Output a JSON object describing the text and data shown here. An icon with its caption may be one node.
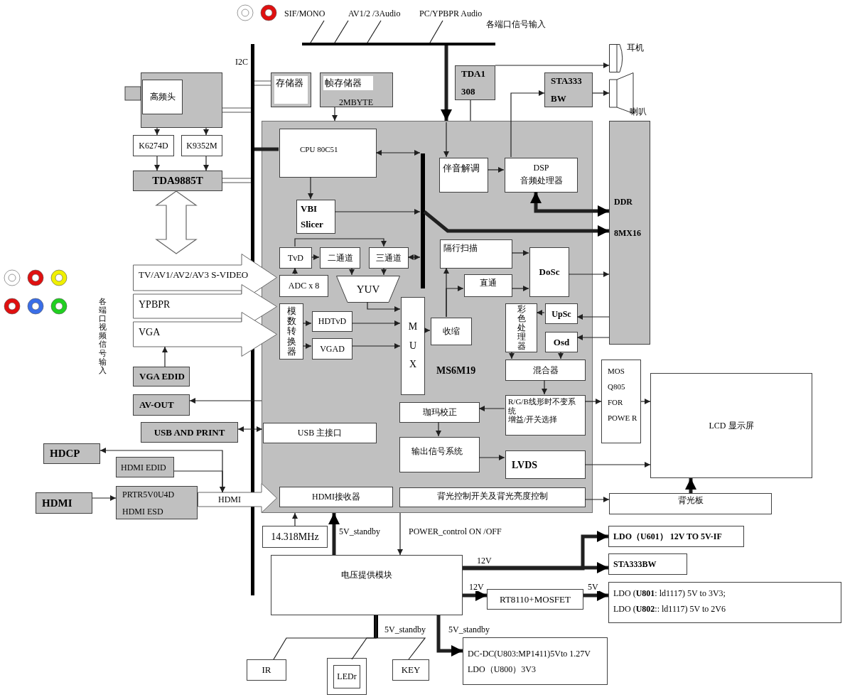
{
  "diagram": {
    "nodes": [
      {
        "text": [],
        "shape": "box"
      },
      {
        "text": [
          "高频头"
        ],
        "in": 0
      },
      {
        "text": [
          "K6274D"
        ]
      },
      {
        "text": [
          "K9352M"
        ]
      },
      {
        "text": [
          "TDA9885T"
        ]
      },
      {
        "text": [],
        "shape": "bar",
        "beside": [
          "I2C"
        ]
      },
      {
        "text": [
          "存储器"
        ]
      },
      {
        "text": [
          "帧存储器",
          "2MBYTE"
        ]
      },
      {
        "text": [],
        "shape": "bar"
      },
      {
        "text": [
          "SIF/MONO"
        ]
      },
      {
        "text": [
          "AV1/2 /3Audio"
        ]
      },
      {
        "text": [
          "PC/YPBPR Audio"
        ]
      },
      {
        "text": [
          "TDA1 308"
        ]
      },
      {
        "text": [
          "STA333 BW"
        ]
      },
      {
        "text": [],
        "shape": "headphone",
        "beside": [
          "耳机"
        ]
      },
      {
        "text": [],
        "shape": "speaker",
        "beside": [
          "喇叭"
        ]
      },
      {
        "text": [
          "MS6M19"
        ]
      },
      {
        "text": [
          "CPU 80C51"
        ],
        "in": 16
      },
      {
        "text": [],
        "shape": "bar",
        "in": 16
      },
      {
        "text": [
          "伴音解调"
        ],
        "in": 16
      },
      {
        "text": [
          "DSP",
          "音频处理器"
        ],
        "in": 16
      },
      {
        "text": [
          "VBI Slicer"
        ],
        "in": 16
      },
      {
        "text": [
          "TvD"
        ],
        "in": 16
      },
      {
        "text": [
          "二通道"
        ],
        "in": 16
      },
      {
        "text": [
          "三通道"
        ],
        "in": 16
      },
      {
        "text": [
          "ADC x 8"
        ],
        "in": 16
      },
      {
        "text": [
          "YUV"
        ],
        "in": 16
      },
      {
        "text": [
          "模数转换器"
        ],
        "in": 16
      },
      {
        "text": [
          "HDTvD"
        ],
        "in": 16
      },
      {
        "text": [
          "VGAD"
        ],
        "in": 16
      },
      {
        "text": [
          "M U X"
        ],
        "in": 16
      },
      {
        "text": [
          "收缩"
        ],
        "in": 16
      },
      {
        "text": [
          "隔行扫描"
        ],
        "in": 16
      },
      {
        "text": [
          "直通"
        ],
        "in": 16
      },
      {
        "text": [
          "DoSc"
        ],
        "in": 16
      },
      {
        "text": [
          "彩色处理器"
        ],
        "in": 16
      },
      {
        "text": [
          "UpSc"
        ],
        "in": 16
      },
      {
        "text": [
          "Osd"
        ],
        "in": 16
      },
      {
        "text": [
          "混合器"
        ],
        "in": 16
      },
      {
        "text": [
          "R/G/B线形时不变系统",
          "增益/开关选择"
        ],
        "in": 16
      },
      {
        "text": [
          "珈玛校正"
        ],
        "in": 16
      },
      {
        "text": [
          "输出信号系统"
        ],
        "in": 16
      },
      {
        "text": [
          "LVDS"
        ],
        "in": 16
      },
      {
        "text": [
          "USB 主接口"
        ],
        "in": 16
      },
      {
        "text": [
          "HDMI接收器"
        ],
        "in": 16
      },
      {
        "text": [
          "背光控制开关及背光亮度控制"
        ],
        "in": 16
      },
      {
        "text": [
          "DDR",
          "8MX16"
        ]
      },
      {
        "text": [
          "MOS Q805 FOR POWE R"
        ]
      },
      {
        "text": [
          "LCD 显示屏"
        ]
      },
      {
        "text": [
          "背光板"
        ]
      },
      {
        "text": [
          "TV/AV1/AV2/AV3 S-VIDEO"
        ]
      },
      {
        "text": [
          "YPBPR"
        ]
      },
      {
        "text": [
          "VGA"
        ]
      },
      {
        "text": [
          "VGA EDID"
        ]
      },
      {
        "text": [
          "AV-OUT"
        ]
      },
      {
        "text": [
          "USB AND PRINT"
        ]
      },
      {
        "text": [
          "HDCP"
        ]
      },
      {
        "text": [
          "HDMI EDID"
        ]
      },
      {
        "text": [
          "HDMI"
        ]
      },
      {
        "text": [
          "PRTR5V0U4D",
          "HDMI ESD"
        ]
      },
      {
        "text": [
          "HDMI"
        ]
      },
      {
        "text": [
          "14.318MHz"
        ]
      },
      {
        "text": [
          "电压提供模块"
        ]
      },
      {
        "text": [
          "LDO（U601） 12V TO 5V-IF"
        ]
      },
      {
        "text": [
          "STA333BW"
        ]
      },
      {
        "text": [
          "RT8110+MOSFET"
        ]
      },
      {
        "text": [
          "LDO (**U801**: ld1117) 5V to 3V3;",
          "LDO (**U802**:: ld1117) 5V to 2V6"
        ]
      },
      {
        "text": [
          "DC-DC(U803:MP1411)5Vto 1.27V",
          "LDO（U800）3V3"
        ]
      },
      {
        "text": [
          "IR"
        ]
      },
      {
        "text": [
          "LEDr"
        ]
      },
      {
        "text": [
          "KEY"
        ]
      }
    ],
    "edges": [
      {
        "from": 0,
        "to": 2,
        "arrow": "to"
      },
      {
        "from": 0,
        "to": 3,
        "arrow": "to"
      },
      {
        "from": 2,
        "to": 4,
        "arrow": "to"
      },
      {
        "from": 3,
        "to": 4,
        "arrow": "to"
      },
      {
        "from": 4,
        "to": 50,
        "arrow": "both",
        "style": "thick"
      },
      {
        "from": 0,
        "to": 5,
        "arrow": "none"
      },
      {
        "from": 4,
        "to": 5,
        "arrow": "none"
      },
      {
        "from": 6,
        "to": 5,
        "arrow": "none"
      },
      {
        "from": 5,
        "to": 17,
        "arrow": "none",
        "style": "thick"
      },
      {
        "from": 7,
        "to": 16,
        "arrow": "to"
      },
      {
        "from": 9,
        "to": 8,
        "arrow": "none"
      },
      {
        "from": 10,
        "to": 8,
        "arrow": "none"
      },
      {
        "from": 10,
        "to": 8,
        "arrow": "none"
      },
      {
        "from": 11,
        "to": 8,
        "arrow": "none"
      },
      {
        "from": 8,
        "to": 16,
        "arrow": "to",
        "style": "thick"
      },
      {
        "from": null,
        "to": 19,
        "arrow": "to"
      },
      {
        "from": 12,
        "to": 14,
        "arrow": "to"
      },
      {
        "from": 12,
        "to": 16,
        "arrow": "none"
      },
      {
        "from": 20,
        "to": 13,
        "arrow": "to"
      },
      {
        "from": 13,
        "to": 15,
        "arrow": "to"
      },
      {
        "from": 17,
        "to": 18,
        "arrow": "both"
      },
      {
        "from": 17,
        "to": 21,
        "arrow": "to"
      },
      {
        "from": 21,
        "to": 18,
        "arrow": "to"
      },
      {
        "from": 18,
        "to": 46,
        "arrow": "to",
        "style": "thick"
      },
      {
        "from": 19,
        "to": 20,
        "arrow": "to"
      },
      {
        "from": 20,
        "to": 46,
        "arrow": "both",
        "style": "thick"
      },
      {
        "from": 22,
        "to": 23,
        "arrow": "to"
      },
      {
        "from": 22,
        "to": 24,
        "arrow": "to"
      },
      {
        "from": 24,
        "to": 18,
        "arrow": "both"
      },
      {
        "from": 25,
        "to": 22,
        "arrow": "to"
      },
      {
        "from": 23,
        "to": 26,
        "arrow": "to"
      },
      {
        "from": 24,
        "to": 26,
        "arrow": "to"
      },
      {
        "from": 26,
        "to": 30,
        "arrow": "to"
      },
      {
        "from": 27,
        "to": 28,
        "arrow": "to"
      },
      {
        "from": 27,
        "to": 29,
        "arrow": "to"
      },
      {
        "from": 28,
        "to": 30,
        "arrow": "to"
      },
      {
        "from": 29,
        "to": 30,
        "arrow": "to"
      },
      {
        "from": 30,
        "to": 31,
        "arrow": "to"
      },
      {
        "from": 31,
        "to": 32,
        "arrow": "to"
      },
      {
        "from": 31,
        "to": 33,
        "arrow": "to"
      },
      {
        "from": 32,
        "to": 34,
        "arrow": "to"
      },
      {
        "from": 33,
        "to": 34,
        "arrow": "to"
      },
      {
        "from": 34,
        "to": 46,
        "arrow": "to"
      },
      {
        "from": 46,
        "to": 36,
        "arrow": "to"
      },
      {
        "from": 46,
        "to": 37,
        "arrow": "to"
      },
      {
        "from": 36,
        "to": 35,
        "arrow": "to"
      },
      {
        "from": 35,
        "to": 38,
        "arrow": "to"
      },
      {
        "from": 37,
        "to": 38,
        "arrow": "to"
      },
      {
        "from": 38,
        "to": 39,
        "arrow": "to"
      },
      {
        "from": 39,
        "to": 40,
        "arrow": "to"
      },
      {
        "from": 40,
        "to": 41,
        "arrow": "to"
      },
      {
        "from": 41,
        "to": 42,
        "arrow": "to"
      },
      {
        "from": 42,
        "to": 48,
        "arrow": "to"
      },
      {
        "from": 39,
        "to": 47,
        "arrow": "to"
      },
      {
        "from": 47,
        "to": 48,
        "arrow": "to"
      },
      {
        "from": 45,
        "to": 49,
        "arrow": "to"
      },
      {
        "from": 49,
        "to": 48,
        "arrow": "to",
        "style": "thick"
      },
      {
        "from": 55,
        "to": 43,
        "arrow": "both"
      },
      {
        "from": 16,
        "to": 54,
        "arrow": "to"
      },
      {
        "from": 53,
        "to": 52,
        "arrow": "to"
      },
      {
        "from": 56,
        "to": 60,
        "arrow": "both"
      },
      {
        "from": 57,
        "to": 60,
        "arrow": "to"
      },
      {
        "from": 58,
        "to": 59,
        "arrow": "to"
      },
      {
        "from": 61,
        "to": 16,
        "arrow": "to"
      },
      {
        "from": 62,
        "to": 16,
        "arrow": "to",
        "style": "thick",
        "label": "5V_standby"
      },
      {
        "from": 16,
        "to": 62,
        "arrow": "to",
        "label": "POWER_control ON /OFF"
      },
      {
        "from": 62,
        "to": 63,
        "arrow": "to",
        "style": "thick"
      },
      {
        "from": 62,
        "to": 64,
        "arrow": "to",
        "style": "thick",
        "label": "12V"
      },
      {
        "from": 62,
        "to": 65,
        "arrow": "to",
        "style": "thick",
        "label": "12V"
      },
      {
        "from": 65,
        "to": 66,
        "arrow": "to",
        "style": "thick",
        "label": "5V"
      },
      {
        "from": 62,
        "to": 67,
        "arrow": "to",
        "style": "thick",
        "label": "5V_standby"
      },
      {
        "from": 62,
        "to": 68,
        "arrow": "none",
        "label": "5V_standby"
      },
      {
        "from": 62,
        "to": 69,
        "arrow": "none"
      },
      {
        "from": 62,
        "to": 70,
        "arrow": "none"
      }
    ],
    "labels": [
      "各端口信号输入",
      "各端口视频信号输入"
    ]
  }
}
